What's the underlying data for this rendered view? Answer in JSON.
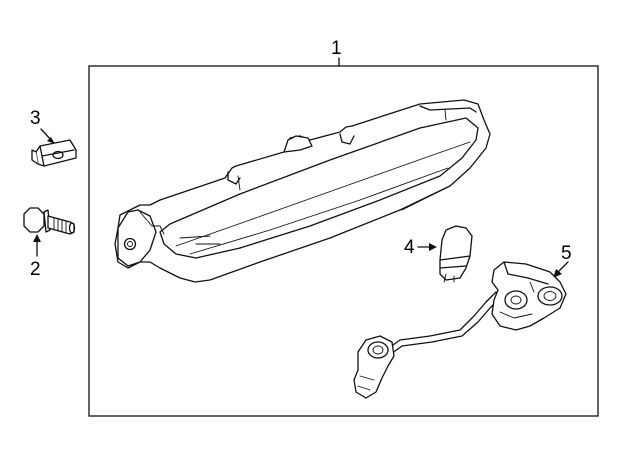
{
  "diagram": {
    "callouts": [
      {
        "id": "1",
        "text": "1"
      },
      {
        "id": "2",
        "text": "2"
      },
      {
        "id": "3",
        "text": "3"
      },
      {
        "id": "4",
        "text": "4"
      },
      {
        "id": "5",
        "text": "5"
      }
    ],
    "parts": [
      {
        "number": "1",
        "icon": "high-mount-stop-lamp-assembly-icon"
      },
      {
        "number": "2",
        "icon": "bolt-icon"
      },
      {
        "number": "3",
        "icon": "u-nut-clip-icon"
      },
      {
        "number": "4",
        "icon": "bulb-icon"
      },
      {
        "number": "5",
        "icon": "socket-wire-harness-icon"
      }
    ]
  }
}
